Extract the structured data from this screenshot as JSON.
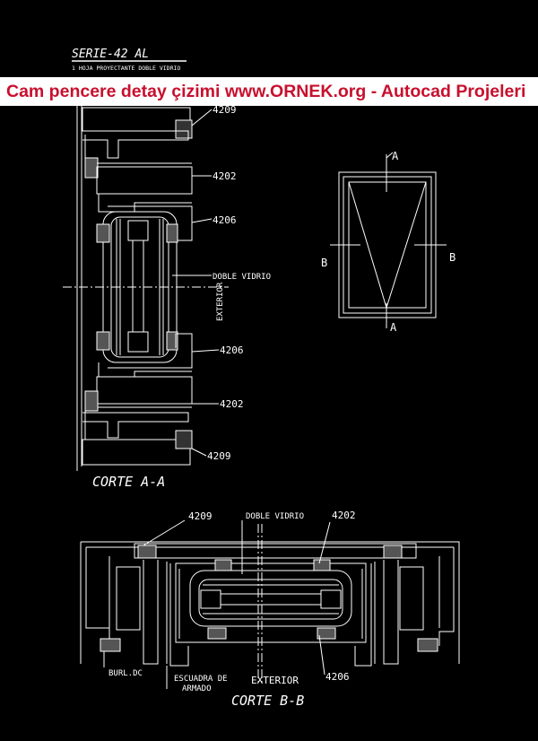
{
  "header": {
    "title": "SERIE-42 AL",
    "subtitle": "1 HOJA PROYECTANTE DOBLE VIDRIO",
    "banner": "Cam pencere detay çizimi www.ORNEK.org - Autocad Projeleri"
  },
  "section_aa": {
    "title": "CORTE  A-A",
    "labels": [
      "4209",
      "4202",
      "4206",
      "DOBLE VIDRIO",
      "EXTERIOR",
      "4206",
      "4202",
      "4209"
    ]
  },
  "elevation": {
    "marker_a": "A",
    "marker_b": "B"
  },
  "section_bb": {
    "title": "CORTE  B-B",
    "labels": [
      "4209",
      "DOBLE VIDRIO",
      "4202",
      "BURL.DC",
      "ESCUADRA DE",
      "ARMADO",
      "EXTERIOR",
      "4206"
    ]
  },
  "colors": {
    "background": "#000000",
    "lines": "#ffffff",
    "banner_text": "#c8102e",
    "banner_bg": "#ffffff"
  }
}
